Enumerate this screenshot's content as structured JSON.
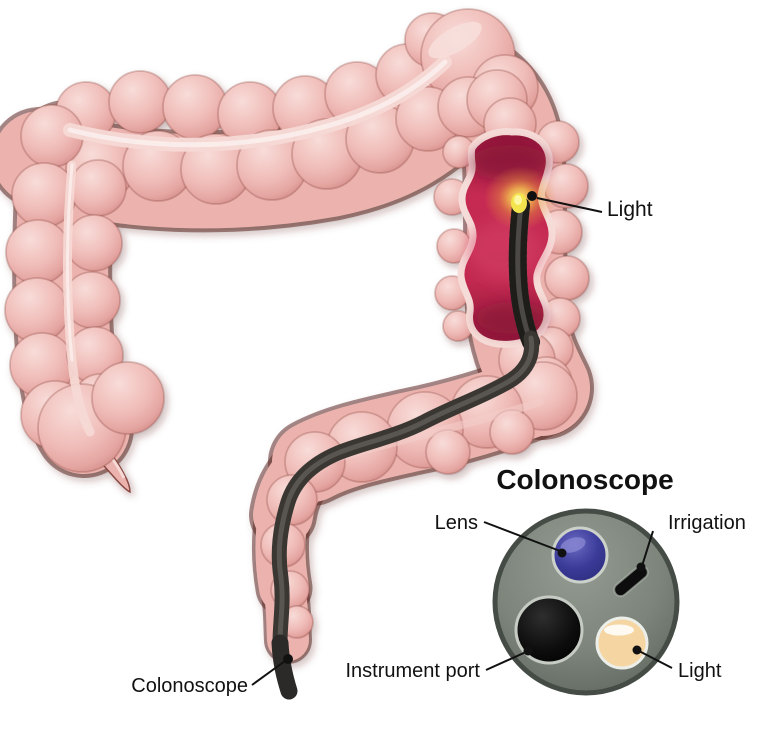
{
  "illustration": {
    "heading": "Colonoscope",
    "labels": {
      "light_top": "Light",
      "colonoscope": "Colonoscope",
      "lens": "Lens",
      "irrigation": "Irrigation",
      "instrument_port": "Instrument port",
      "light": "Light"
    },
    "colors": {
      "background": "#ffffff",
      "colon_pink": "#efb8b3",
      "colon_highlight": "#f7dbd7",
      "colon_outline": "#5e2a24",
      "lumen_red": "#c22950",
      "lumen_dark_red": "#8e1638",
      "scope_dark": "#3a3733",
      "glow_yellow": "#f3e34d",
      "cross_section_body": "#79817a",
      "cross_section_rim": "#454c45",
      "lens_blue": "#3b3b99",
      "instrument_port_black": "#0a0a0a",
      "irrigation_black": "#0d0d0d",
      "light_cream": "#f5d6a3",
      "label_text": "#111111"
    }
  }
}
